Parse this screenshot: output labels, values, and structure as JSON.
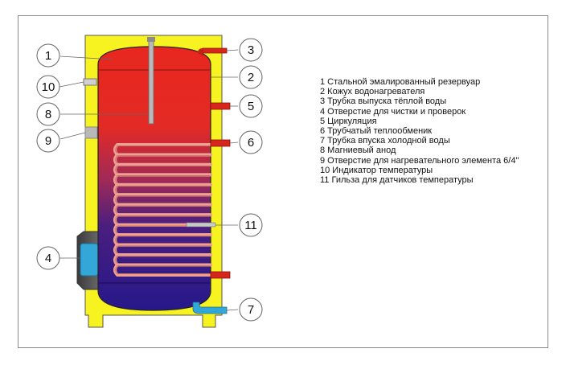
{
  "diagram": {
    "callouts": [
      "1",
      "2",
      "3",
      "4",
      "5",
      "6",
      "7",
      "8",
      "9",
      "10",
      "11"
    ],
    "legend": [
      "1 Стальной эмалированный резервуар",
      "2 Кожух водонагревателя",
      "3 Трубка выпуска тёплой воды",
      "4 Отверстие для чистки и проверок",
      "5 Циркуляция",
      "6 Трубчатый теплообменик",
      "7 Трубка впуска холодной воды",
      "8 Магниевый анод",
      "9 Отверстие для нагревательного элемента 6/4\"",
      "10 Индикатор температуры",
      "11 Гильза для датчиков температуры"
    ],
    "colors": {
      "casing": "#f7f320",
      "tank_hot": "#e8271f",
      "tank_cold": "#26188a",
      "coil": "#f0a090",
      "cold_pipe": "#33a7d8",
      "hot_pipe": "#d7261b",
      "flange": "#525252"
    }
  }
}
